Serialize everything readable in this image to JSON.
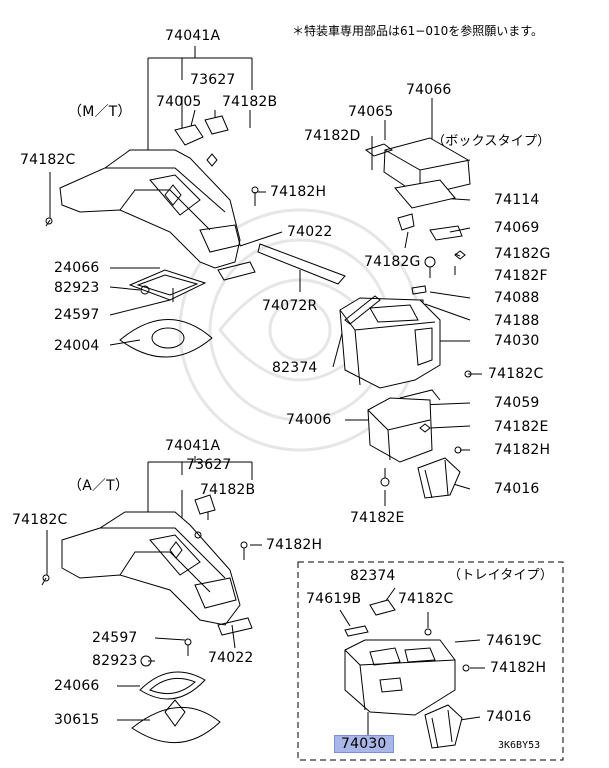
{
  "note": "＊特装車専用部品は61−010を参照願います。",
  "figure_code": "3K6BY53",
  "variants": {
    "mt": "（M／T）",
    "at": "（A／T）",
    "box": "（ボックスタイプ）",
    "tray": "（トレイタイプ）"
  },
  "labels": {
    "mt_74041A": "74041A",
    "mt_73627": "73627",
    "mt_74005": "74005",
    "mt_74182B": "74182B",
    "mt_74182C": "74182C",
    "mt_74182H": "74182H",
    "mt_74022": "74022",
    "mt_74072R": "74072R",
    "mt_24066": "24066",
    "mt_82923": "82923",
    "mt_24597": "24597",
    "mt_24004": "24004",
    "box_74066": "74066",
    "box_74065": "74065",
    "box_74182D": "74182D",
    "box_74114": "74114",
    "box_74069": "74069",
    "box_74182G_r": "74182G",
    "box_74182G_l": "74182G",
    "box_74182F": "74182F",
    "box_74088": "74088",
    "box_74188": "74188",
    "box_74030": "74030",
    "box_82374": "82374",
    "box_74182C": "74182C",
    "box_74059": "74059",
    "box_74006": "74006",
    "box_74182E_r": "74182E",
    "box_74182H": "74182H",
    "box_74016": "74016",
    "box_74182E_b": "74182E",
    "at_74041A": "74041A",
    "at_73627": "73627",
    "at_74182B": "74182B",
    "at_74182C": "74182C",
    "at_74182H": "74182H",
    "at_24597": "24597",
    "at_82923": "82923",
    "at_74022": "74022",
    "at_24066": "24066",
    "at_30615": "30615",
    "tray_82374": "82374",
    "tray_74619B": "74619B",
    "tray_74182C": "74182C",
    "tray_74619C": "74619C",
    "tray_74182H": "74182H",
    "tray_74016": "74016",
    "tray_74030": "74030"
  },
  "colors": {
    "line": "#000000",
    "highlight": "#a9b7e8",
    "watermark": "#e6e6e6"
  }
}
